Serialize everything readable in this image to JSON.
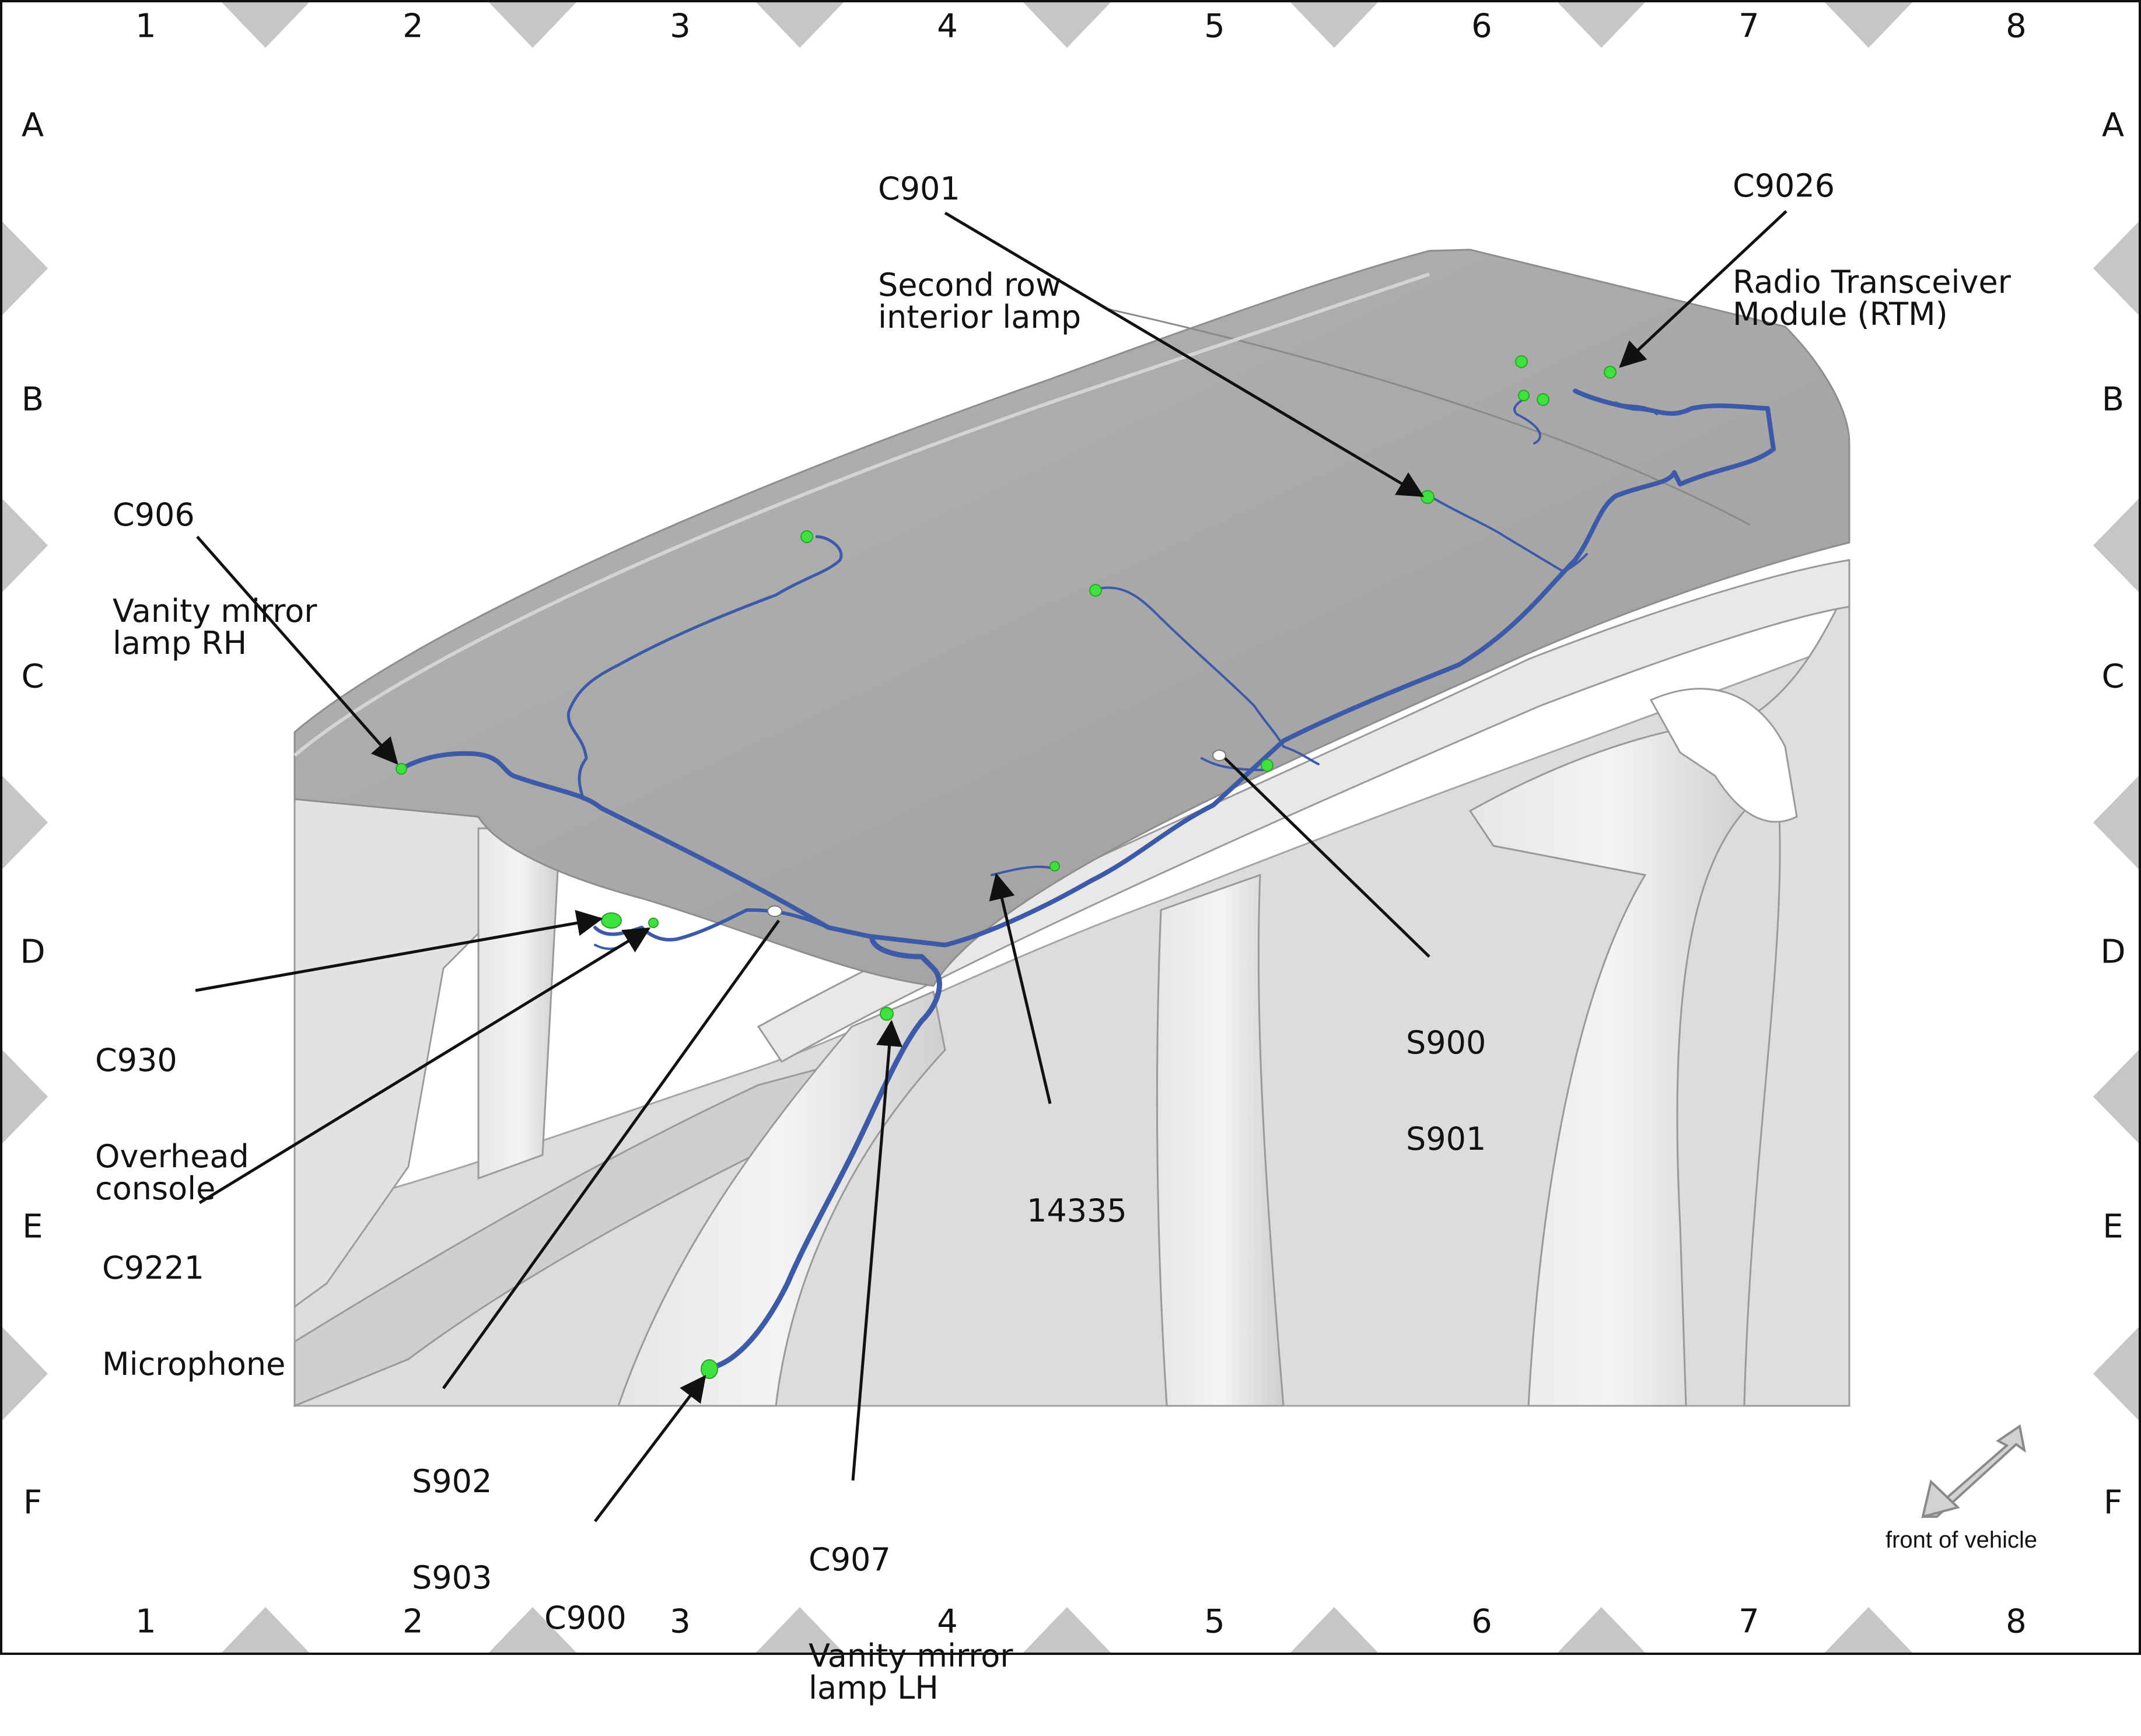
{
  "grid": {
    "columns": [
      "1",
      "2",
      "3",
      "4",
      "5",
      "6",
      "7",
      "8"
    ],
    "rows": [
      "A",
      "B",
      "C",
      "D",
      "E",
      "F"
    ]
  },
  "callouts": {
    "c901": {
      "id": "C901",
      "desc": "Second row\ninterior lamp"
    },
    "c9026": {
      "id": "C9026",
      "desc": "Radio Transceiver\nModule (RTM)"
    },
    "c906": {
      "id": "C906",
      "desc": "Vanity mirror\nlamp RH"
    },
    "c930": {
      "id": "C930",
      "desc": "Overhead\nconsole"
    },
    "c9221": {
      "id": "C9221",
      "desc": "Microphone"
    },
    "s902_s903": {
      "id": "S902",
      "desc": "S903"
    },
    "c900": {
      "id": "C900",
      "desc": ""
    },
    "c907": {
      "id": "C907",
      "desc": "Vanity mirror\nlamp LH"
    },
    "harness_14335": {
      "id": "14335",
      "desc": ""
    },
    "s900_s901": {
      "id": "S900",
      "desc": "S901"
    }
  },
  "orientation": {
    "label": "front of vehicle"
  },
  "colors": {
    "harness": "#3d5aa8",
    "connector": "#3ee23e",
    "body": "#c9c9c9",
    "roof": "#a9a9a9"
  }
}
